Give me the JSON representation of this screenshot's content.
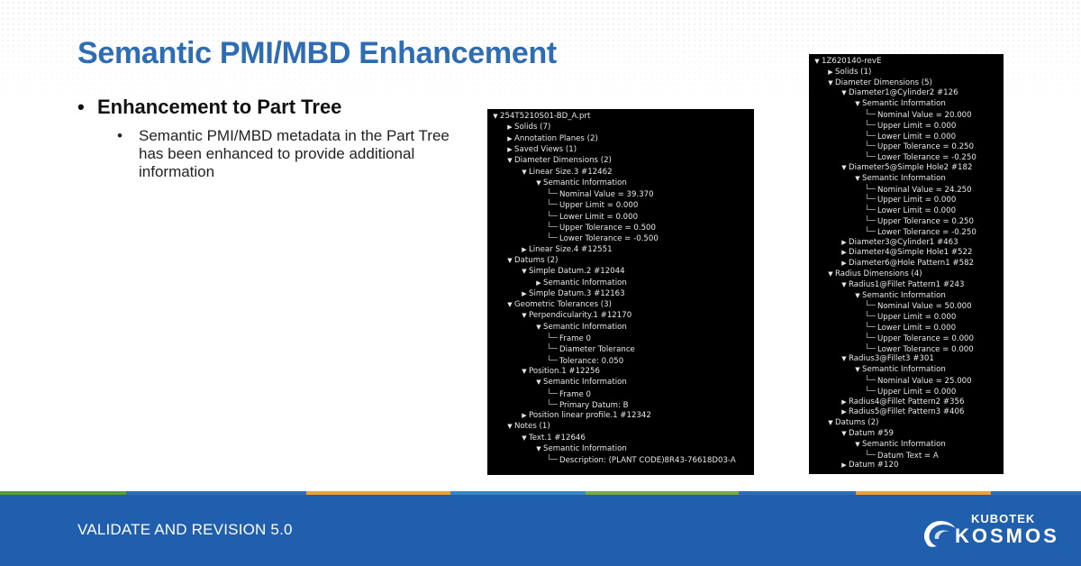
{
  "slide": {
    "title": "Semantic PMI/MBD Enhancement",
    "bullet1": "Enhancement to Part Tree",
    "bullet2": "Semantic PMI/MBD metadata in the Part Tree has been enhanced to provide additional information",
    "footer": "VALIDATE AND REVISION 5.0",
    "logo": {
      "top": "KUBOTEK",
      "main": "KOSMOS"
    }
  },
  "tree1": [
    {
      "t": "254T5210S01-BD_A.prt",
      "d": 0,
      "a": "open"
    },
    {
      "t": "Solids (7)",
      "d": 1,
      "a": "closed"
    },
    {
      "t": "Annotation Planes (2)",
      "d": 1,
      "a": "closed"
    },
    {
      "t": "Saved Views (1)",
      "d": 1,
      "a": "closed"
    },
    {
      "t": "Diameter Dimensions (2)",
      "d": 1,
      "a": "open"
    },
    {
      "t": "Linear Size.3 #12462",
      "d": 2,
      "a": "open"
    },
    {
      "t": "Semantic Information",
      "d": 3,
      "a": "open"
    },
    {
      "t": "Nominal Value = 39.370",
      "d": 4,
      "a": "leaf"
    },
    {
      "t": "Upper Limit = 0.000",
      "d": 4,
      "a": "leaf"
    },
    {
      "t": "Lower Limit = 0.000",
      "d": 4,
      "a": "leaf"
    },
    {
      "t": "Upper Tolerance = 0.500",
      "d": 4,
      "a": "leaf"
    },
    {
      "t": "Lower Tolerance = -0.500",
      "d": 4,
      "a": "leaf"
    },
    {
      "t": "Linear Size.4 #12551",
      "d": 2,
      "a": "closed"
    },
    {
      "t": "Datums (2)",
      "d": 1,
      "a": "open"
    },
    {
      "t": "Simple Datum.2 #12044",
      "d": 2,
      "a": "open"
    },
    {
      "t": "Semantic Information",
      "d": 3,
      "a": "closed"
    },
    {
      "t": "Simple Datum.3 #12163",
      "d": 2,
      "a": "closed"
    },
    {
      "t": "Geometric Tolerances (3)",
      "d": 1,
      "a": "open"
    },
    {
      "t": "Perpendicularity.1 #12170",
      "d": 2,
      "a": "open"
    },
    {
      "t": "Semantic Information",
      "d": 3,
      "a": "open"
    },
    {
      "t": "Frame 0",
      "d": 4,
      "a": "leaf"
    },
    {
      "t": "Diameter Tolerance",
      "d": 4,
      "a": "leaf"
    },
    {
      "t": "Tolerance: 0.050",
      "d": 4,
      "a": "leaf"
    },
    {
      "t": "Position.1 #12256",
      "d": 2,
      "a": "open"
    },
    {
      "t": "Semantic Information",
      "d": 3,
      "a": "open"
    },
    {
      "t": "Frame 0",
      "d": 4,
      "a": "leaf"
    },
    {
      "t": "Primary Datum: B",
      "d": 4,
      "a": "leaf"
    },
    {
      "t": "Position linear profile.1 #12342",
      "d": 2,
      "a": "closed"
    },
    {
      "t": "Notes (1)",
      "d": 1,
      "a": "open"
    },
    {
      "t": "Text.1 #12646",
      "d": 2,
      "a": "open"
    },
    {
      "t": "Semantic Information",
      "d": 3,
      "a": "open"
    },
    {
      "t": "Description: (PLANT CODE)8R43-76618D03-A",
      "d": 4,
      "a": "leaf"
    }
  ],
  "tree2": [
    {
      "t": "1Z620140-revE",
      "d": 0,
      "a": "open"
    },
    {
      "t": "Solids (1)",
      "d": 1,
      "a": "closed"
    },
    {
      "t": "Diameter Dimensions (5)",
      "d": 1,
      "a": "open"
    },
    {
      "t": "Diameter1@Cylinder2 #126",
      "d": 2,
      "a": "open"
    },
    {
      "t": "Semantic Information",
      "d": 3,
      "a": "open"
    },
    {
      "t": "Nominal Value = 20.000",
      "d": 4,
      "a": "leaf"
    },
    {
      "t": "Upper Limit = 0.000",
      "d": 4,
      "a": "leaf"
    },
    {
      "t": "Lower Limit = 0.000",
      "d": 4,
      "a": "leaf"
    },
    {
      "t": "Upper Tolerance = 0.250",
      "d": 4,
      "a": "leaf"
    },
    {
      "t": "Lower Tolerance = -0.250",
      "d": 4,
      "a": "leaf"
    },
    {
      "t": "Diameter5@Simple Hole2 #182",
      "d": 2,
      "a": "open"
    },
    {
      "t": "Semantic Information",
      "d": 3,
      "a": "open"
    },
    {
      "t": "Nominal Value = 24.250",
      "d": 4,
      "a": "leaf"
    },
    {
      "t": "Upper Limit = 0.000",
      "d": 4,
      "a": "leaf"
    },
    {
      "t": "Lower Limit = 0.000",
      "d": 4,
      "a": "leaf"
    },
    {
      "t": "Upper Tolerance = 0.250",
      "d": 4,
      "a": "leaf"
    },
    {
      "t": "Lower Tolerance = -0.250",
      "d": 4,
      "a": "leaf"
    },
    {
      "t": "Diameter3@Cylinder1 #463",
      "d": 2,
      "a": "closed"
    },
    {
      "t": "Diameter4@Simple Hole1 #522",
      "d": 2,
      "a": "closed"
    },
    {
      "t": "Diameter6@Hole Pattern1 #582",
      "d": 2,
      "a": "closed"
    },
    {
      "t": "Radius Dimensions (4)",
      "d": 1,
      "a": "open"
    },
    {
      "t": "Radius1@Fillet Pattern1 #243",
      "d": 2,
      "a": "open"
    },
    {
      "t": "Semantic Information",
      "d": 3,
      "a": "open"
    },
    {
      "t": "Nominal Value = 50.000",
      "d": 4,
      "a": "leaf"
    },
    {
      "t": "Upper Limit = 0.000",
      "d": 4,
      "a": "leaf"
    },
    {
      "t": "Lower Limit = 0.000",
      "d": 4,
      "a": "leaf"
    },
    {
      "t": "Upper Tolerance = 0.000",
      "d": 4,
      "a": "leaf"
    },
    {
      "t": "Lower Tolerance = 0.000",
      "d": 4,
      "a": "leaf"
    },
    {
      "t": "Radius3@Fillet3 #301",
      "d": 2,
      "a": "open"
    },
    {
      "t": "Semantic Information",
      "d": 3,
      "a": "open"
    },
    {
      "t": "Nominal Value = 25.000",
      "d": 4,
      "a": "leaf"
    },
    {
      "t": "Upper Limit = 0.000",
      "d": 4,
      "a": "leaf"
    },
    {
      "t": "Radius4@Fillet Pattern2 #356",
      "d": 2,
      "a": "closed"
    },
    {
      "t": "Radius5@Fillet Pattern3 #406",
      "d": 2,
      "a": "closed"
    },
    {
      "t": "Datums (2)",
      "d": 1,
      "a": "open"
    },
    {
      "t": "Datum #59",
      "d": 2,
      "a": "open"
    },
    {
      "t": "Semantic Information",
      "d": 3,
      "a": "open"
    },
    {
      "t": "Datum Text = A",
      "d": 4,
      "a": "leaf"
    },
    {
      "t": "Datum #120",
      "d": 2,
      "a": "closed"
    }
  ],
  "colors": {
    "title": "#2e6db4",
    "footer_bg": "#1f5fae",
    "band": [
      "#5a9b3c",
      "#2e6db4",
      "#e8a23a",
      "#3a87c8",
      "#7aa84a",
      "#2e6db4",
      "#e8a23a",
      "#2e6db4"
    ]
  },
  "icons": {
    "expanded": "triangle-down-icon",
    "collapsed": "triangle-right-icon",
    "leaf": "tree-line-icon"
  }
}
